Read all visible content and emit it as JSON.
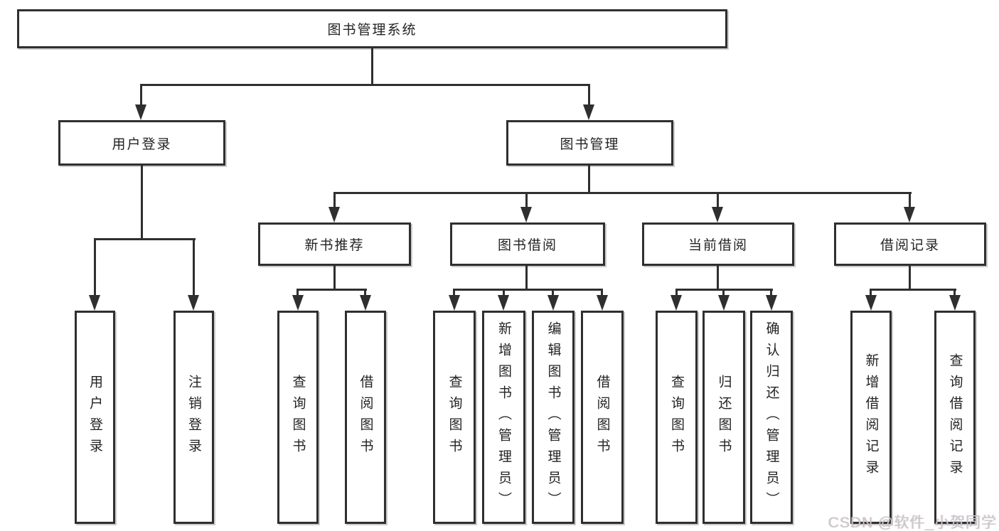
{
  "diagram": {
    "title": "图书管理系统",
    "watermark": "CSDN @软件_小贺同学",
    "colors": {
      "line": "#2f2f2f",
      "text": "#232323",
      "background": "#ffffff",
      "watermark": "#c9c7c7"
    },
    "nodes": {
      "root": {
        "label": "图书管理系统"
      },
      "user_login": {
        "label": "用户登录"
      },
      "book_mgmt": {
        "label": "图书管理"
      },
      "new_book": {
        "label": "新书推荐"
      },
      "book_borrow": {
        "label": "图书借阅"
      },
      "current_borrow": {
        "label": "当前借阅"
      },
      "borrow_record": {
        "label": "借阅记录"
      },
      "login_leaf": {
        "label": "用户登录"
      },
      "logout_leaf": {
        "label": "注销登录"
      },
      "newbook_query": {
        "label": "查询图书"
      },
      "newbook_borrow": {
        "label": "借阅图书"
      },
      "borrow_query": {
        "label": "查询图书"
      },
      "borrow_add": {
        "label": "新增图书（管理员）"
      },
      "borrow_edit": {
        "label": "编辑图书（管理员）"
      },
      "borrow_borrow": {
        "label": "借阅图书"
      },
      "current_query": {
        "label": "查询图书"
      },
      "current_return": {
        "label": "归还图书"
      },
      "current_confirm": {
        "label": "确认归还（管理员）"
      },
      "record_add": {
        "label": "新增借阅记录"
      },
      "record_query": {
        "label": "查询借阅记录"
      }
    },
    "edges": [
      {
        "from": "root",
        "to": "user_login"
      },
      {
        "from": "root",
        "to": "book_mgmt"
      },
      {
        "from": "user_login",
        "to": "login_leaf"
      },
      {
        "from": "user_login",
        "to": "logout_leaf"
      },
      {
        "from": "book_mgmt",
        "to": "new_book"
      },
      {
        "from": "book_mgmt",
        "to": "book_borrow"
      },
      {
        "from": "book_mgmt",
        "to": "current_borrow"
      },
      {
        "from": "book_mgmt",
        "to": "borrow_record"
      },
      {
        "from": "new_book",
        "to": "newbook_query"
      },
      {
        "from": "new_book",
        "to": "newbook_borrow"
      },
      {
        "from": "book_borrow",
        "to": "borrow_query"
      },
      {
        "from": "book_borrow",
        "to": "borrow_add"
      },
      {
        "from": "book_borrow",
        "to": "borrow_edit"
      },
      {
        "from": "book_borrow",
        "to": "borrow_borrow"
      },
      {
        "from": "current_borrow",
        "to": "current_query"
      },
      {
        "from": "current_borrow",
        "to": "current_return"
      },
      {
        "from": "current_borrow",
        "to": "current_confirm"
      },
      {
        "from": "borrow_record",
        "to": "record_add"
      },
      {
        "from": "borrow_record",
        "to": "record_query"
      }
    ]
  }
}
